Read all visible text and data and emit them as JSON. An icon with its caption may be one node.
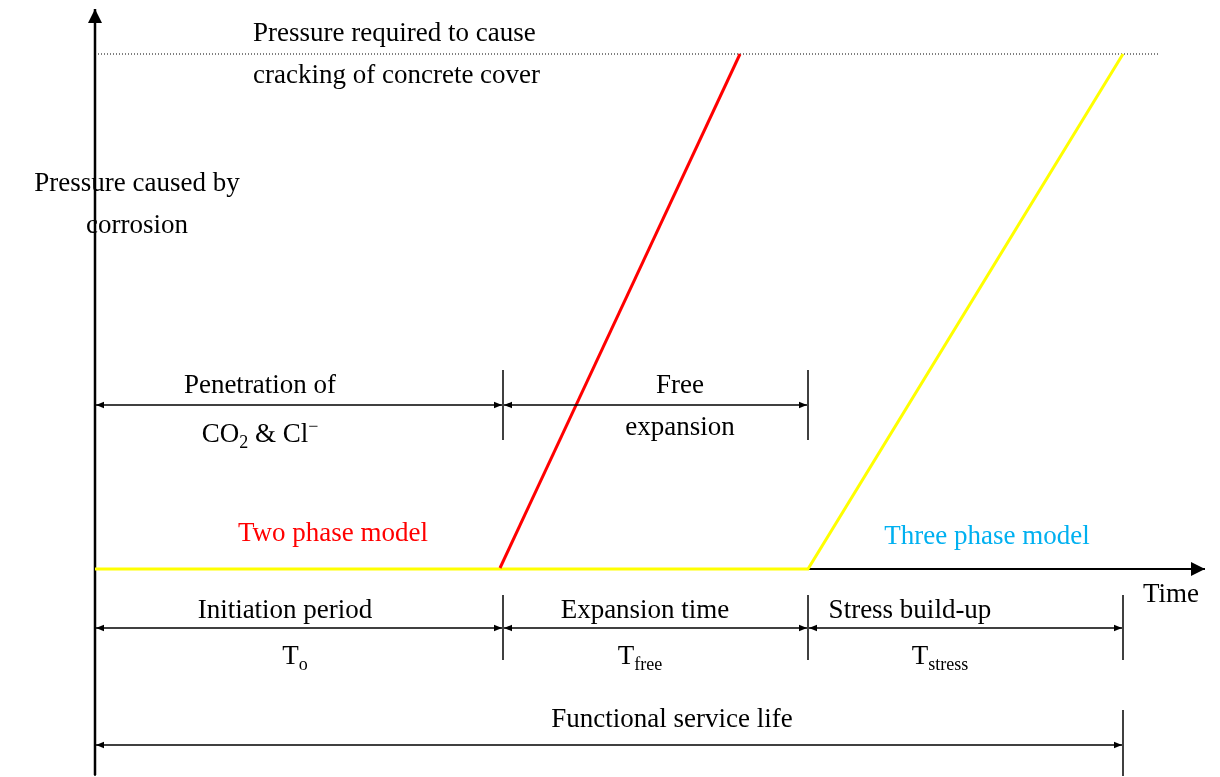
{
  "diagram": {
    "labels": [
      "Pressure required to cause cracking of concrete cover",
      "Pressure caused by corrosion",
      "Penetration of CO$_{2}$ & Cl$^{−}$",
      "Free expansion",
      "Two phase model",
      "Three phase model",
      "Time",
      "Initiation period",
      "T$_{o}$",
      "Expansion time",
      "T$_{free}$",
      "Stress build-up",
      "T$_{stress}$",
      "Functional service life"
    ]
  }
}
